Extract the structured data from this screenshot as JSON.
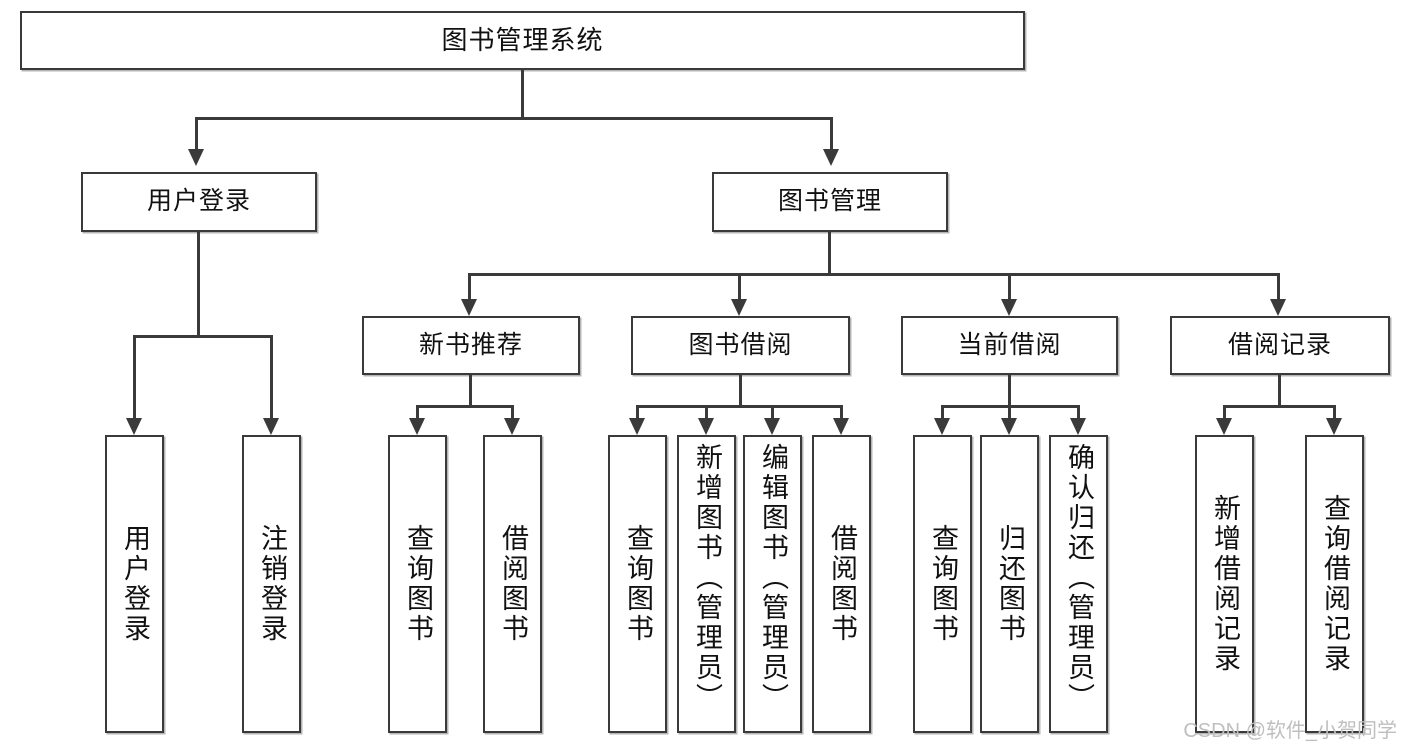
{
  "diagram": {
    "title": "图书管理系统",
    "type": "tree-structure-chart",
    "levels": {
      "root": {
        "label": "图书管理系统"
      },
      "level2": [
        {
          "label": "用户登录"
        },
        {
          "label": "图书管理"
        }
      ],
      "level3": [
        {
          "label": "新书推荐"
        },
        {
          "label": "图书借阅"
        },
        {
          "label": "当前借阅"
        },
        {
          "label": "借阅记录"
        }
      ],
      "leaves": {
        "user_login": [
          {
            "label": "用户登录"
          },
          {
            "label": "注销登录"
          }
        ],
        "new_book_recommend": [
          {
            "label": "查询图书"
          },
          {
            "label": "借阅图书"
          }
        ],
        "book_borrow": [
          {
            "label": "查询图书"
          },
          {
            "label": "新增图书（管理员）"
          },
          {
            "label": "编辑图书（管理员）"
          },
          {
            "label": "借阅图书"
          }
        ],
        "current_borrow": [
          {
            "label": "查询图书"
          },
          {
            "label": "归还图书"
          },
          {
            "label": "确认归还（管理员）"
          }
        ],
        "borrow_record": [
          {
            "label": "新增借阅记录"
          },
          {
            "label": "查询借阅记录"
          }
        ]
      }
    }
  },
  "watermark": {
    "text": "CSDN @软件_小贺同学"
  },
  "colors": {
    "stroke": "#3a3a3a",
    "text": "#111111",
    "background": "#ffffff",
    "watermark": "#bfbfbf"
  }
}
